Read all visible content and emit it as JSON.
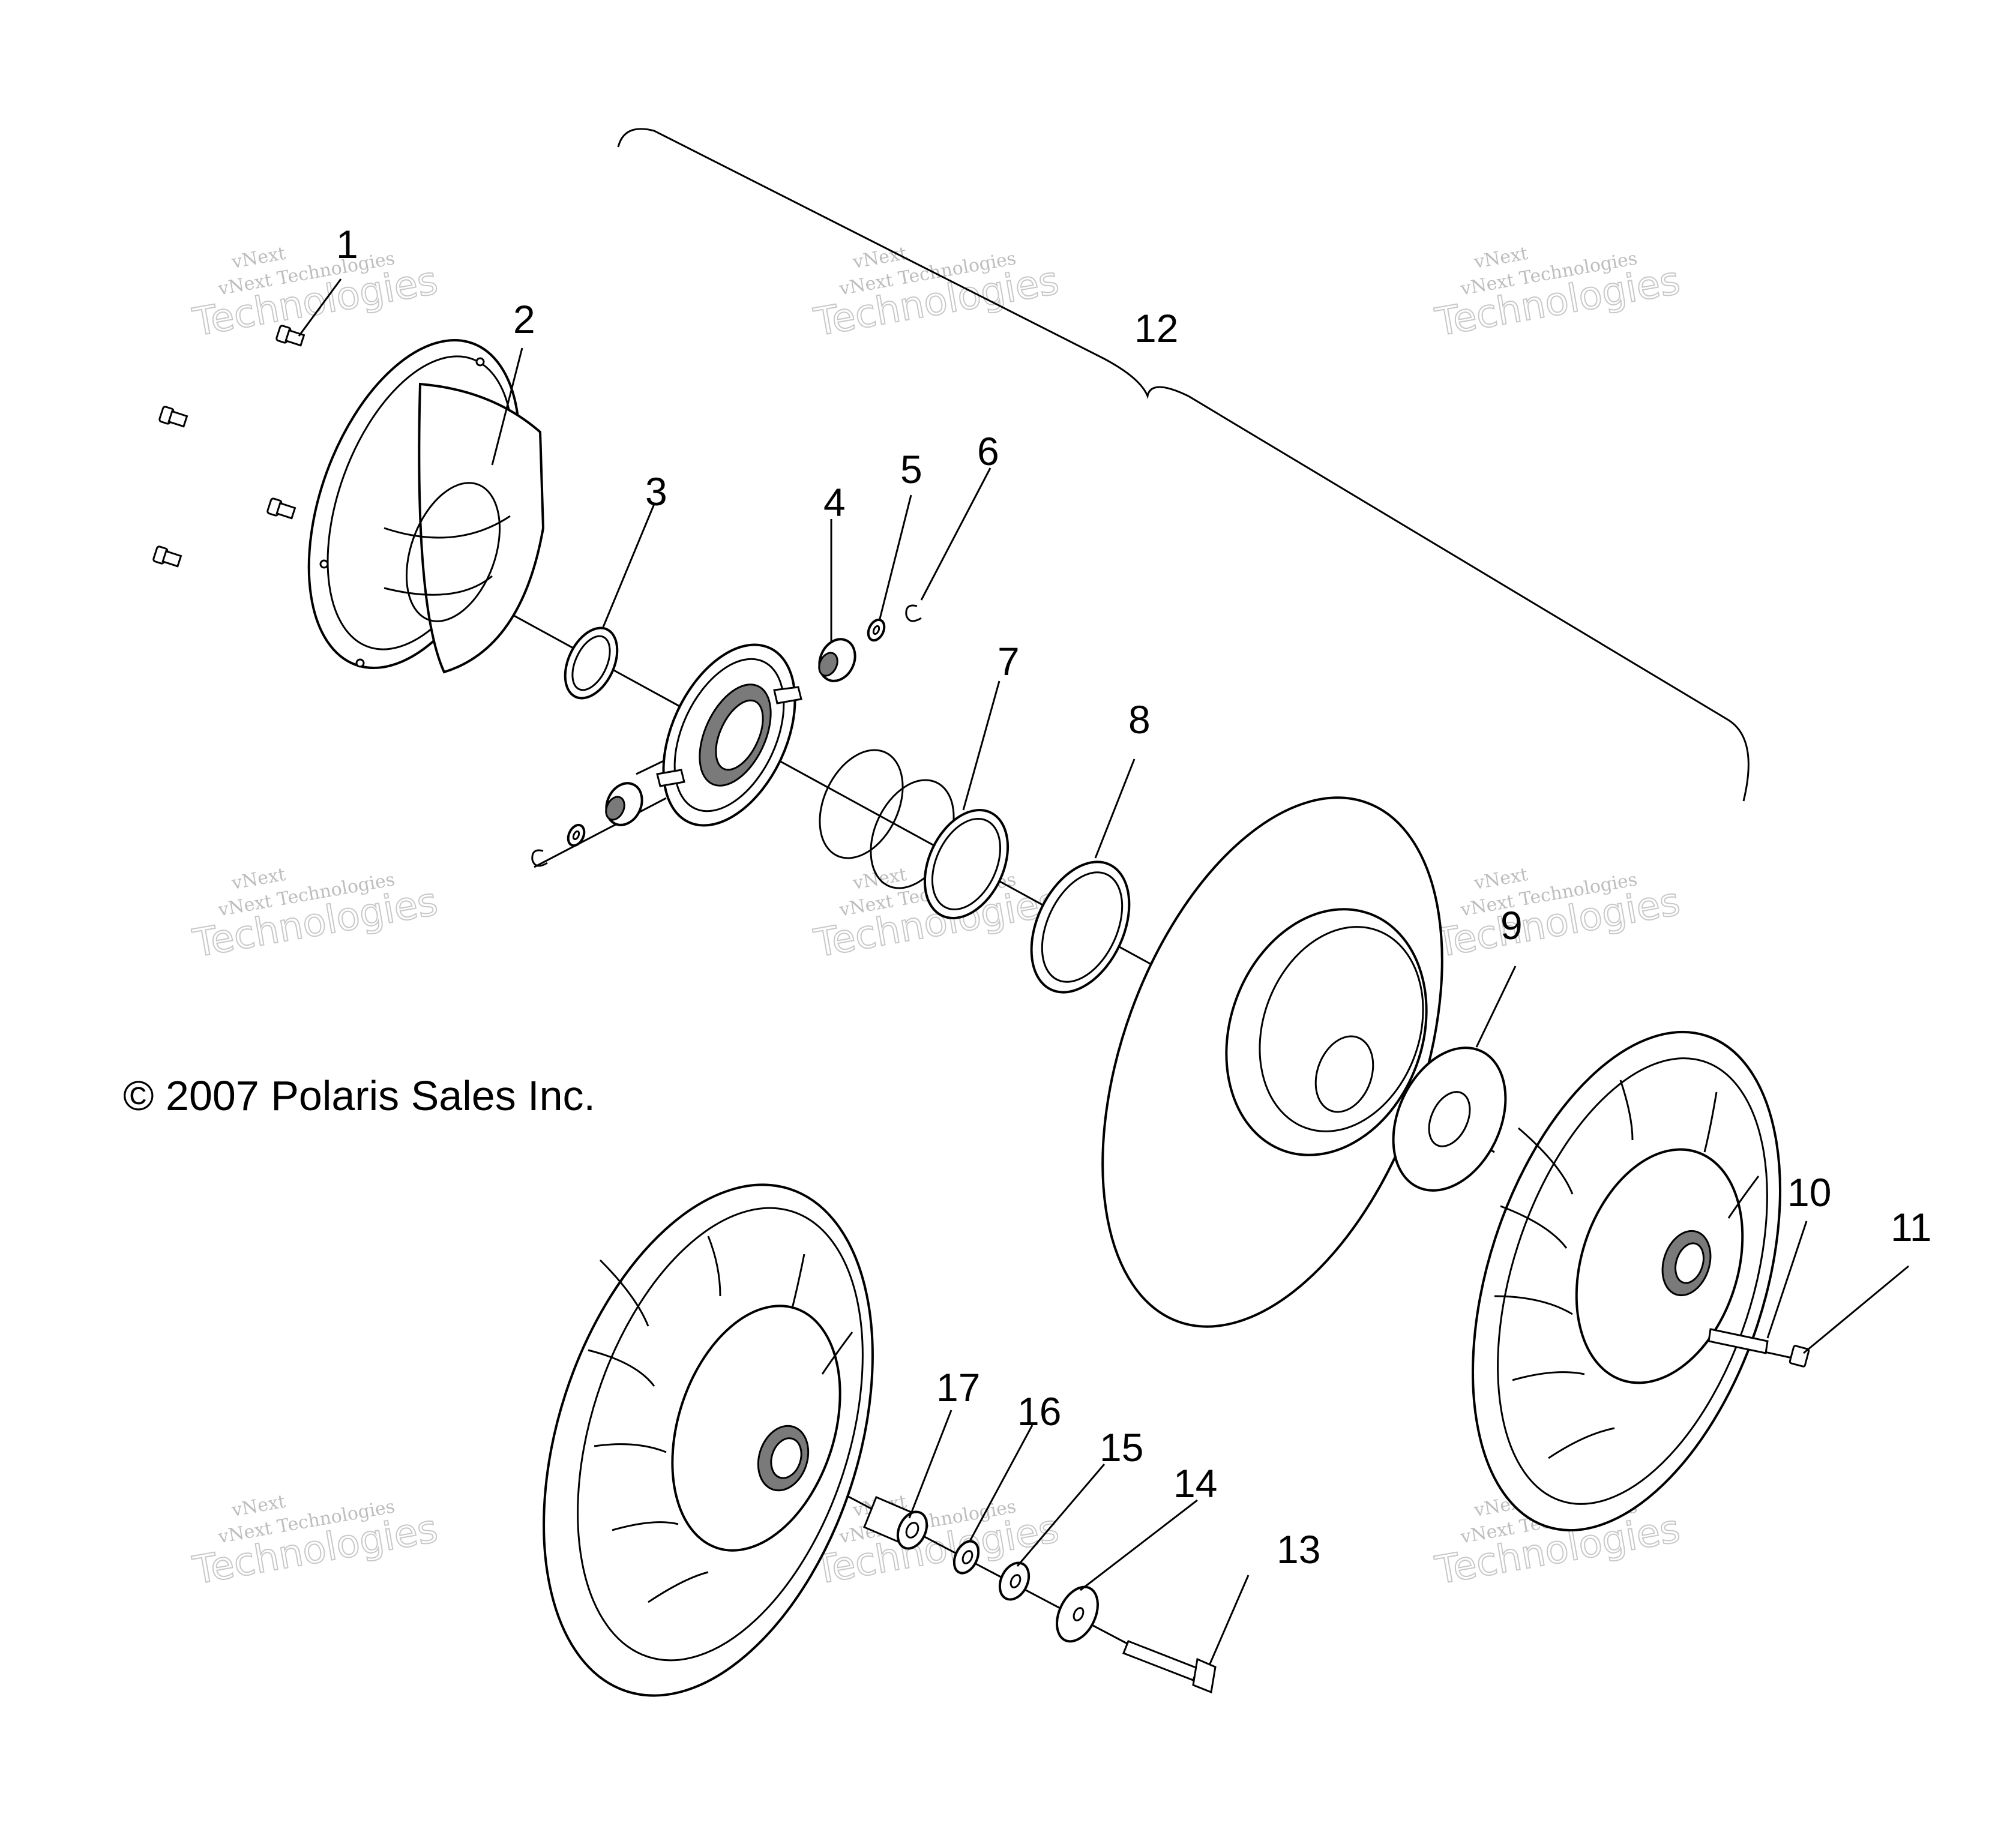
{
  "copyright": "© 2007 Polaris Sales Inc.",
  "watermark": {
    "line1": "vNext",
    "line2": "vNext Technologies",
    "line3": "Technologies"
  },
  "callouts": {
    "c1": "1",
    "c2": "2",
    "c3": "3",
    "c4": "4",
    "c5": "5",
    "c6": "6",
    "c7": "7",
    "c8": "8",
    "c9": "9",
    "c10": "10",
    "c11": "11",
    "c12": "12",
    "c13": "13",
    "c14": "14",
    "c15": "15",
    "c16": "16",
    "c17": "17"
  }
}
